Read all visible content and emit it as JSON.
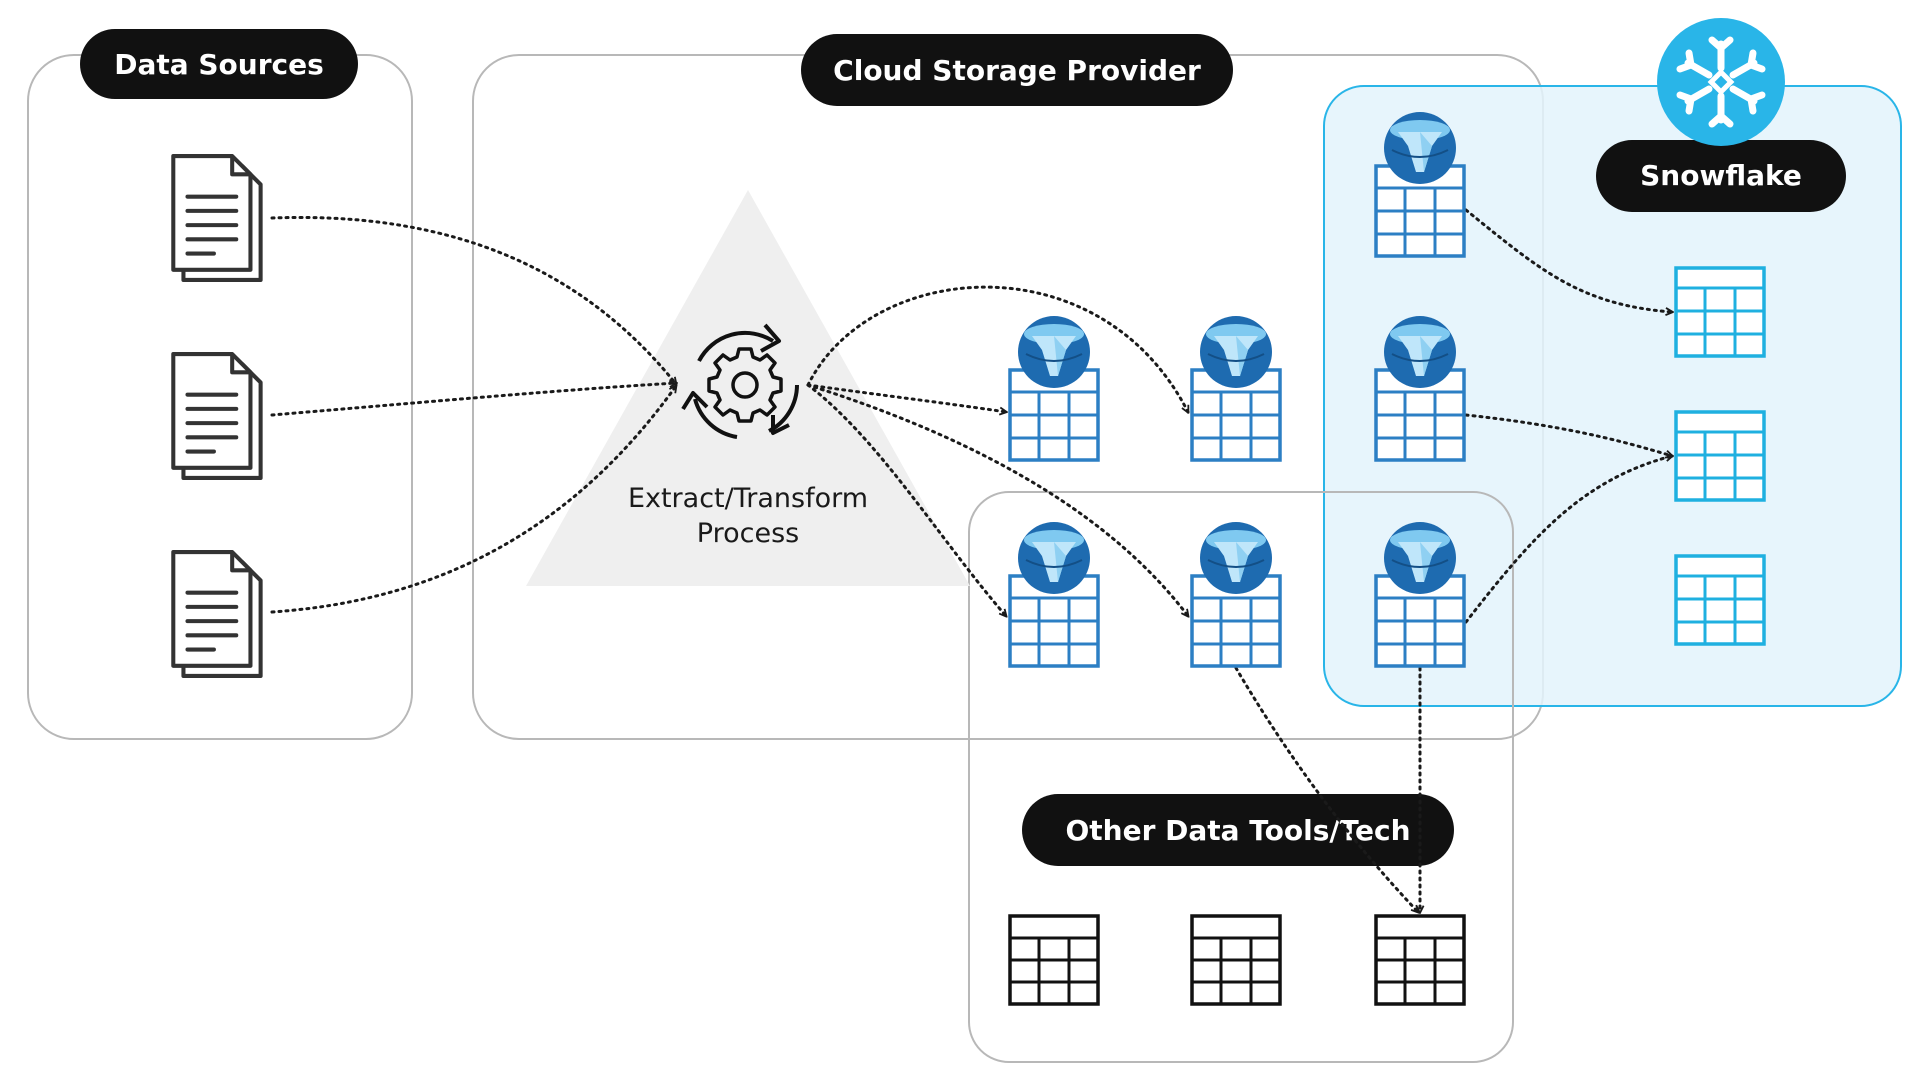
{
  "labels": {
    "data_sources": "Data Sources",
    "cloud_storage": "Cloud Storage Provider",
    "snowflake": "Snowflake",
    "other_tools": "Other Data Tools/Tech",
    "process_line1": "Extract/Transform",
    "process_line2": "Process"
  },
  "colors": {
    "pill": "#111111",
    "border_gray": "#b8b8b8",
    "snowflake_blue": "#29b5e8",
    "snowflake_fill": "#e3f3fb",
    "table_blue": "#2c7fc4",
    "table_cyan": "#1fb0e0",
    "triangle": "#efefef"
  },
  "icons": {
    "document": "document-icon",
    "gear": "gear-cycle-icon",
    "external_table": "iceberg-table-icon",
    "table": "table-icon",
    "snowflake_logo": "snowflake-icon"
  }
}
